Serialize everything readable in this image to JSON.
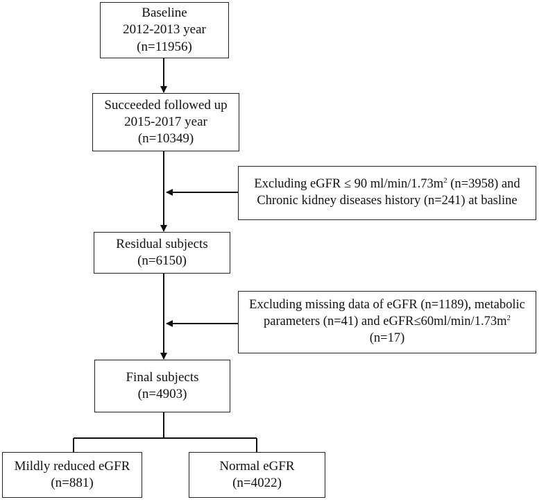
{
  "boxes": {
    "baseline": {
      "lines": [
        "Baseline",
        "2012-2013 year",
        "(n=11956)"
      ]
    },
    "followed_up": {
      "lines": [
        "Succeeded followed up",
        "2015-2017 year",
        "(n=10349)"
      ]
    },
    "exclusion_1": {
      "line1_pre": "Excluding eGFR ≤ 90 ml/min/1.73m",
      "line1_sup": "2",
      "line1_post": " (n=3958) and",
      "line2": "Chronic kidney diseases history (n=241) at basline"
    },
    "residual": {
      "lines": [
        "Residual subjects",
        "(n=6150)"
      ]
    },
    "exclusion_2": {
      "line1": "Excluding missing data of eGFR (n=1189), metabolic",
      "line2_pre": "parameters (n=41) and eGFR≤60ml/min/1.73m",
      "line2_sup": "2",
      "line3": "(n=17)"
    },
    "final": {
      "lines": [
        "Final subjects",
        "(n=4903)"
      ]
    },
    "mild": {
      "lines": [
        "Mildly reduced eGFR",
        "(n=881)"
      ]
    },
    "normal": {
      "lines": [
        "Normal eGFR",
        "(n=4022)"
      ]
    }
  }
}
